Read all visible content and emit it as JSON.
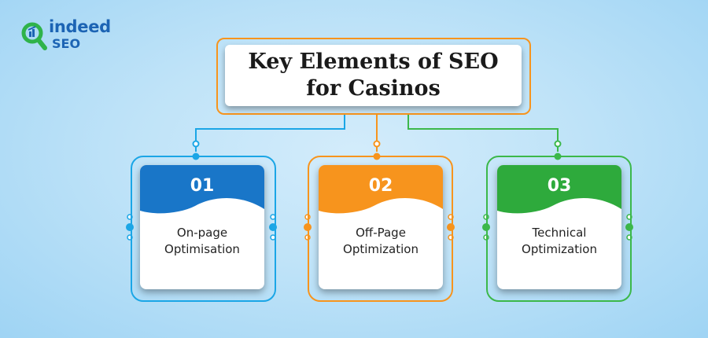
{
  "logo": {
    "word1": "indeed",
    "word2": "SEO",
    "icon": "magnifier-logo-icon",
    "color": "#1c64b4",
    "accent": "#2fb34a"
  },
  "title": {
    "line1": "Key Elements of SEO",
    "line2": "for Casinos",
    "frame_color": "#f7941d"
  },
  "cards": [
    {
      "number": "01",
      "label_line1": "On-page",
      "label_line2": "Optimisation",
      "color": "#1976c8",
      "frame_color": "#1ba6e6"
    },
    {
      "number": "02",
      "label_line1": "Off-Page",
      "label_line2": "Optimization",
      "color": "#f7941d",
      "frame_color": "#f7941d"
    },
    {
      "number": "03",
      "label_line1": "Technical",
      "label_line2": "Optimization",
      "color": "#2eaa3c",
      "frame_color": "#3cb84a"
    }
  ]
}
